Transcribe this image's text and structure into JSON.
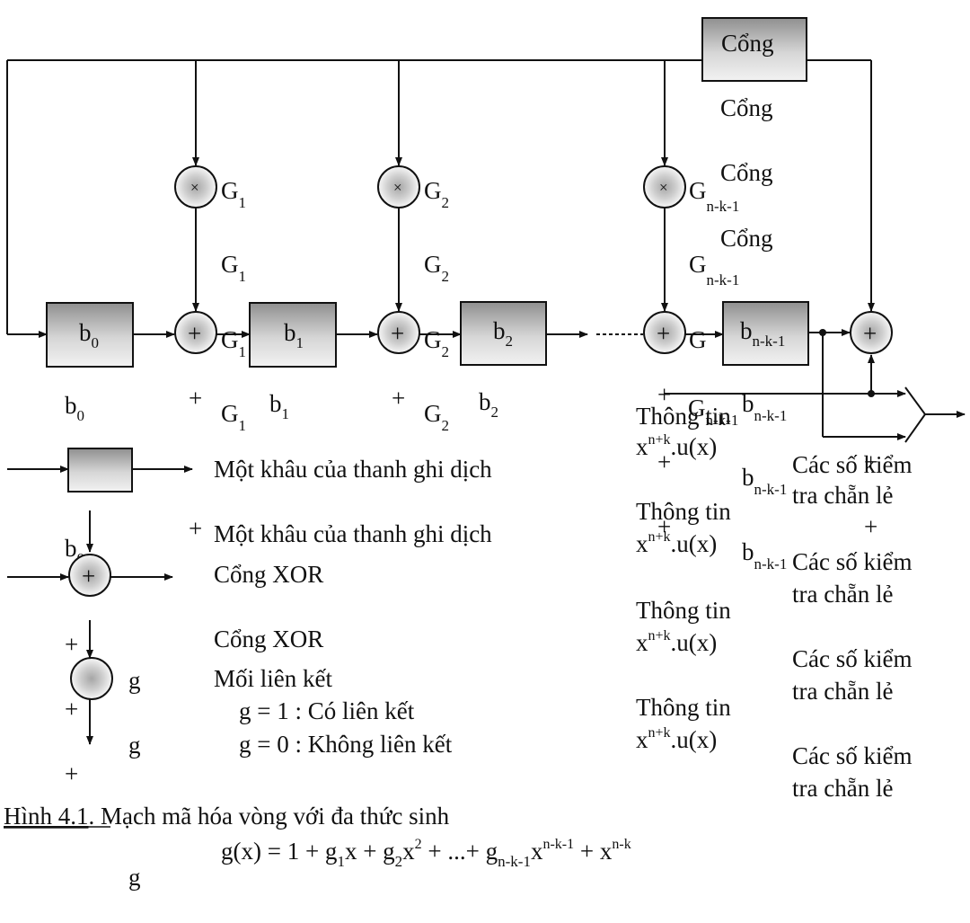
{
  "gate_label": "Cổng",
  "stages": [
    {
      "label": "b",
      "sub": "0"
    },
    {
      "label": "b",
      "sub": "1"
    },
    {
      "label": "b",
      "sub": "2"
    },
    {
      "label": "b",
      "sub": "n-k-1"
    }
  ],
  "taps": [
    {
      "label": "G",
      "sub": "1"
    },
    {
      "label": "G",
      "sub": "2"
    },
    {
      "label": "G",
      "sub": "n-k-1"
    }
  ],
  "input_label": "Thông tin",
  "input_formula": {
    "base": "x",
    "sup": "n+k",
    "rest": ".u(x)"
  },
  "parity_label_line1": "Các số kiểm",
  "parity_label_line2": "tra chẵn lẻ",
  "legend": {
    "shift_register": "Một khâu của thanh ghi dịch",
    "xor": "Cổng XOR",
    "link": "Mối liên kết",
    "g_symbol": "g",
    "g1": "g = 1 : Có liên kết",
    "g0": "g = 0 : Không liên kết"
  },
  "caption": {
    "figure": "Hình  4.1",
    "text": ". Mạch mã hóa vòng với đa thức sinh",
    "formula": {
      "lhs": "g(x) = 1 + g",
      "s1": "1",
      "t1": "x + g",
      "s2": "2",
      "t2": "x",
      "p2": "2",
      "t3": " + ...+ g",
      "s3": "n-k-1",
      "t4": "x",
      "p4": "n-k-1",
      "t5": " + x",
      "p5": "n-k"
    }
  }
}
